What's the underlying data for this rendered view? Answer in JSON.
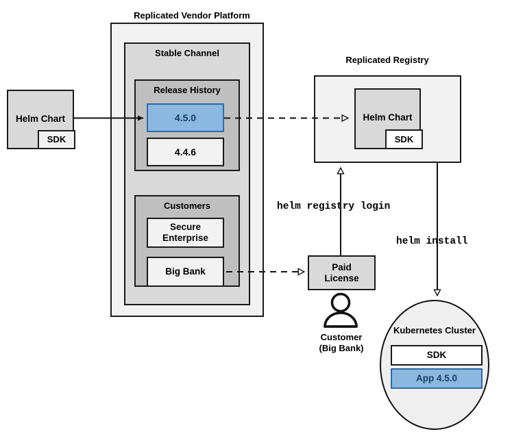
{
  "diagram": {
    "title_vendor_platform": "Replicated Vendor Platform",
    "title_registry": "Replicated Registry"
  },
  "helm_chart_source": {
    "label": "Helm Chart",
    "sdk_label": "SDK"
  },
  "stable_channel": {
    "label": "Stable Channel",
    "release_history": {
      "label": "Release History",
      "releases": [
        {
          "version": "4.5.0",
          "highlighted": true
        },
        {
          "version": "4.4.6",
          "highlighted": false
        }
      ]
    },
    "customers": {
      "label": "Customers",
      "items": [
        {
          "name": "Secure\nEnterprise",
          "line1": "Secure",
          "line2": "Enterprise"
        },
        {
          "name": "Big Bank",
          "line1": "Big Bank",
          "line2": ""
        }
      ]
    }
  },
  "registry": {
    "helm_chart_label": "Helm Chart",
    "sdk_label": "SDK"
  },
  "license": {
    "line1": "Paid",
    "line2": "License"
  },
  "customer_actor": {
    "line1": "Customer",
    "line2": "(Big Bank)"
  },
  "cluster": {
    "title": "Kubernetes Cluster",
    "sdk_label": "SDK",
    "app_label": "App 4.5.0"
  },
  "commands": {
    "registry_login": "helm registry login",
    "install": "helm install"
  },
  "colors": {
    "accent_blue_fill": "#8ab8e0",
    "accent_blue_border": "#2f6aa8",
    "accent_blue_text": "#1a3c63",
    "stroke": "#1a1a1a",
    "fill_plain": "#f2f2f2",
    "fill_light": "#d9d9d9",
    "fill_mid": "#bfbfbf"
  }
}
